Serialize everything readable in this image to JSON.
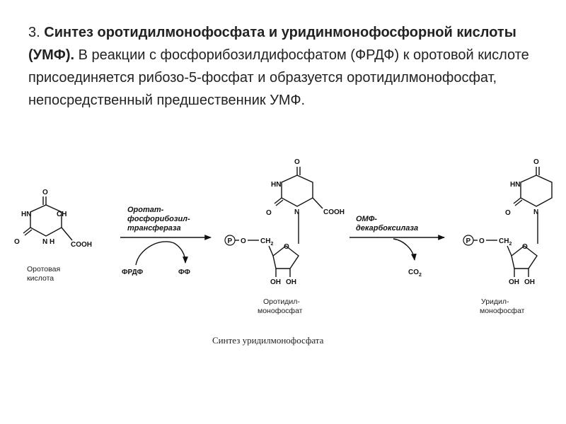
{
  "heading": {
    "number": "3.",
    "bold_title": "Синтез оротидилмонофосфата и уридинмонофосфорной кислоты (УМФ).",
    "body": "В реакции с фосфорибозилдифосфатом (ФРДФ) к оротовой кислоте присоединяется рибозо-5-фосфат и образуется оротидилмонофосфат, непосредственный предшественник УМФ."
  },
  "scheme": {
    "orotic_acid": {
      "label_line1": "Оротовая",
      "label_line2": "кислота",
      "atoms": {
        "o_top": "O",
        "nh": "HN",
        "ch": "CH",
        "o_left": "O",
        "n_h": "N",
        "h": "H",
        "cooh": "COOH"
      }
    },
    "reaction1": {
      "enzyme_line1": "Оротат-",
      "enzyme_line2": "фосфорибозил-",
      "enzyme_line3": "трансфераза",
      "substrate": "ФРДФ",
      "product": "ФФ"
    },
    "omp": {
      "label_line1": "Оротидил-",
      "label_line2": "монофосфат",
      "atoms": {
        "o_top": "O",
        "hn": "HN",
        "o_left": "O",
        "n": "N",
        "cooh": "COOH",
        "p": "P",
        "o_link": "O",
        "ch2": "CH",
        "ch2_sub": "2",
        "o_ring": "O",
        "oh1": "OH",
        "oh2": "OH"
      }
    },
    "reaction2": {
      "enzyme_line1": "ОМФ-",
      "enzyme_line2": "декарбоксилаза",
      "product": "CO",
      "product_sub": "2"
    },
    "ump": {
      "label_line1": "Уридил-",
      "label_line2": "монофосфат",
      "atoms": {
        "o_top": "O",
        "hn": "HN",
        "o_left": "O",
        "n": "N",
        "p": "P",
        "o_link": "O",
        "ch2": "CH",
        "ch2_sub": "2",
        "o_ring": "O",
        "oh1": "OH",
        "oh2": "OH"
      }
    },
    "caption": "Синтез уридилмонофосфата"
  }
}
